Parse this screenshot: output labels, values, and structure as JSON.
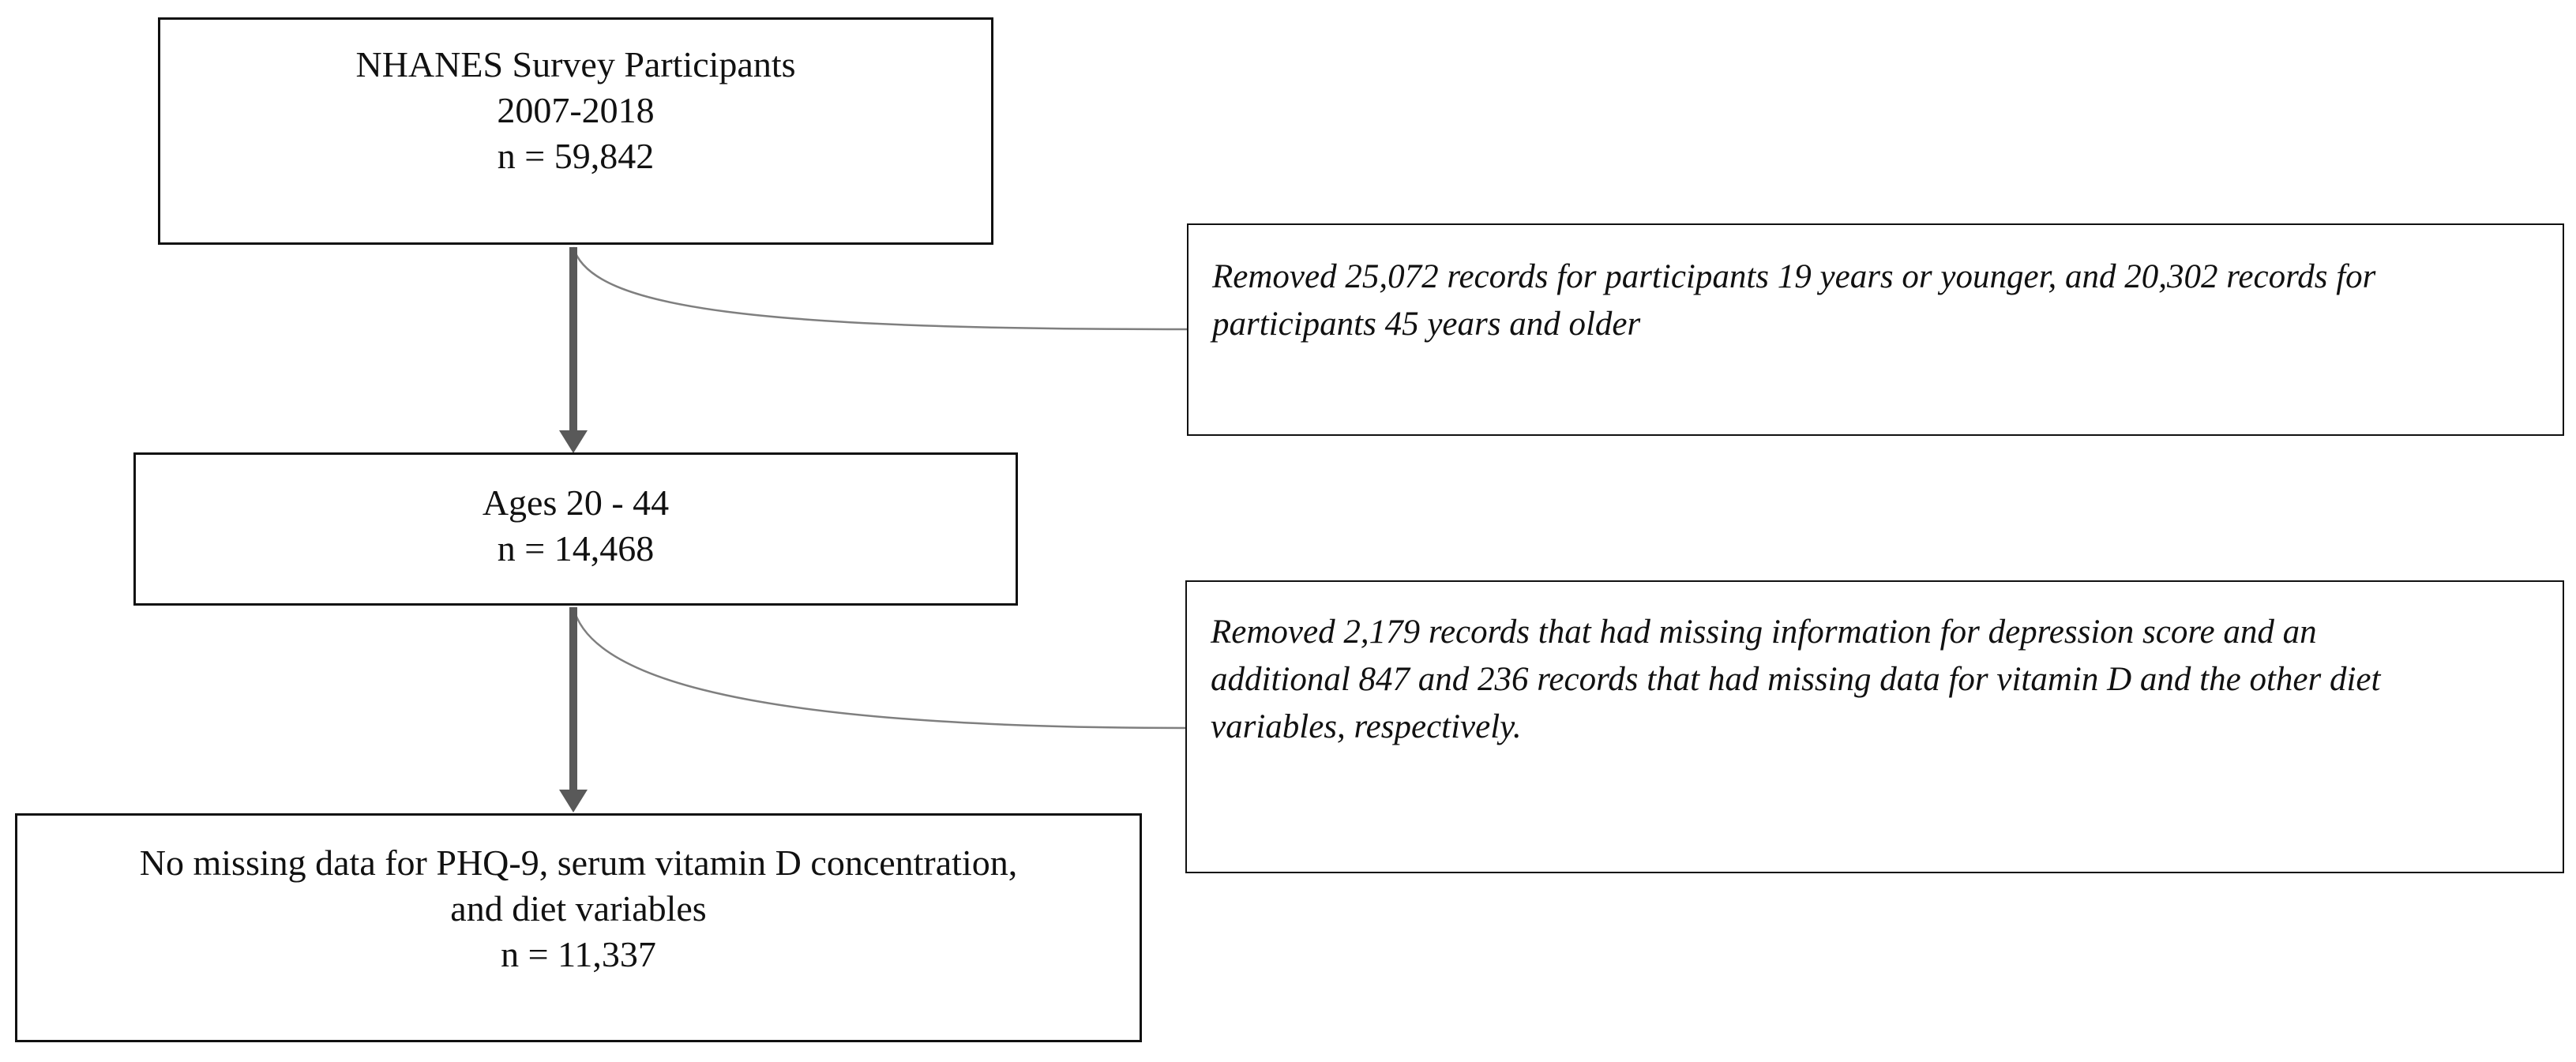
{
  "figure": {
    "background": "#ffffff",
    "border_color": "#111111",
    "arrow_color": "#595959",
    "connector_color": "#7f7f7f"
  },
  "boxes": {
    "top": {
      "lines": [
        "NHANES Survey Participants",
        "2007-2018",
        "n = 59,842"
      ]
    },
    "middle": {
      "lines": [
        "Ages 20 - 44",
        "n = 14,468"
      ]
    },
    "bottom": {
      "lines": [
        "No missing data for PHQ-9, serum vitamin D concentration,",
        "and diet variables",
        "n = 11,337"
      ]
    },
    "note1": {
      "lines": [
        "Removed 25,072 records for participants 19 years or younger, and 20,302 records for",
        "participants 45 years and older"
      ]
    },
    "note2": {
      "lines": [
        "Removed 2,179 records that had missing information for depression score and an",
        "additional 847 and 236 records that had missing data for vitamin D and the other diet",
        "variables, respectively."
      ]
    }
  }
}
